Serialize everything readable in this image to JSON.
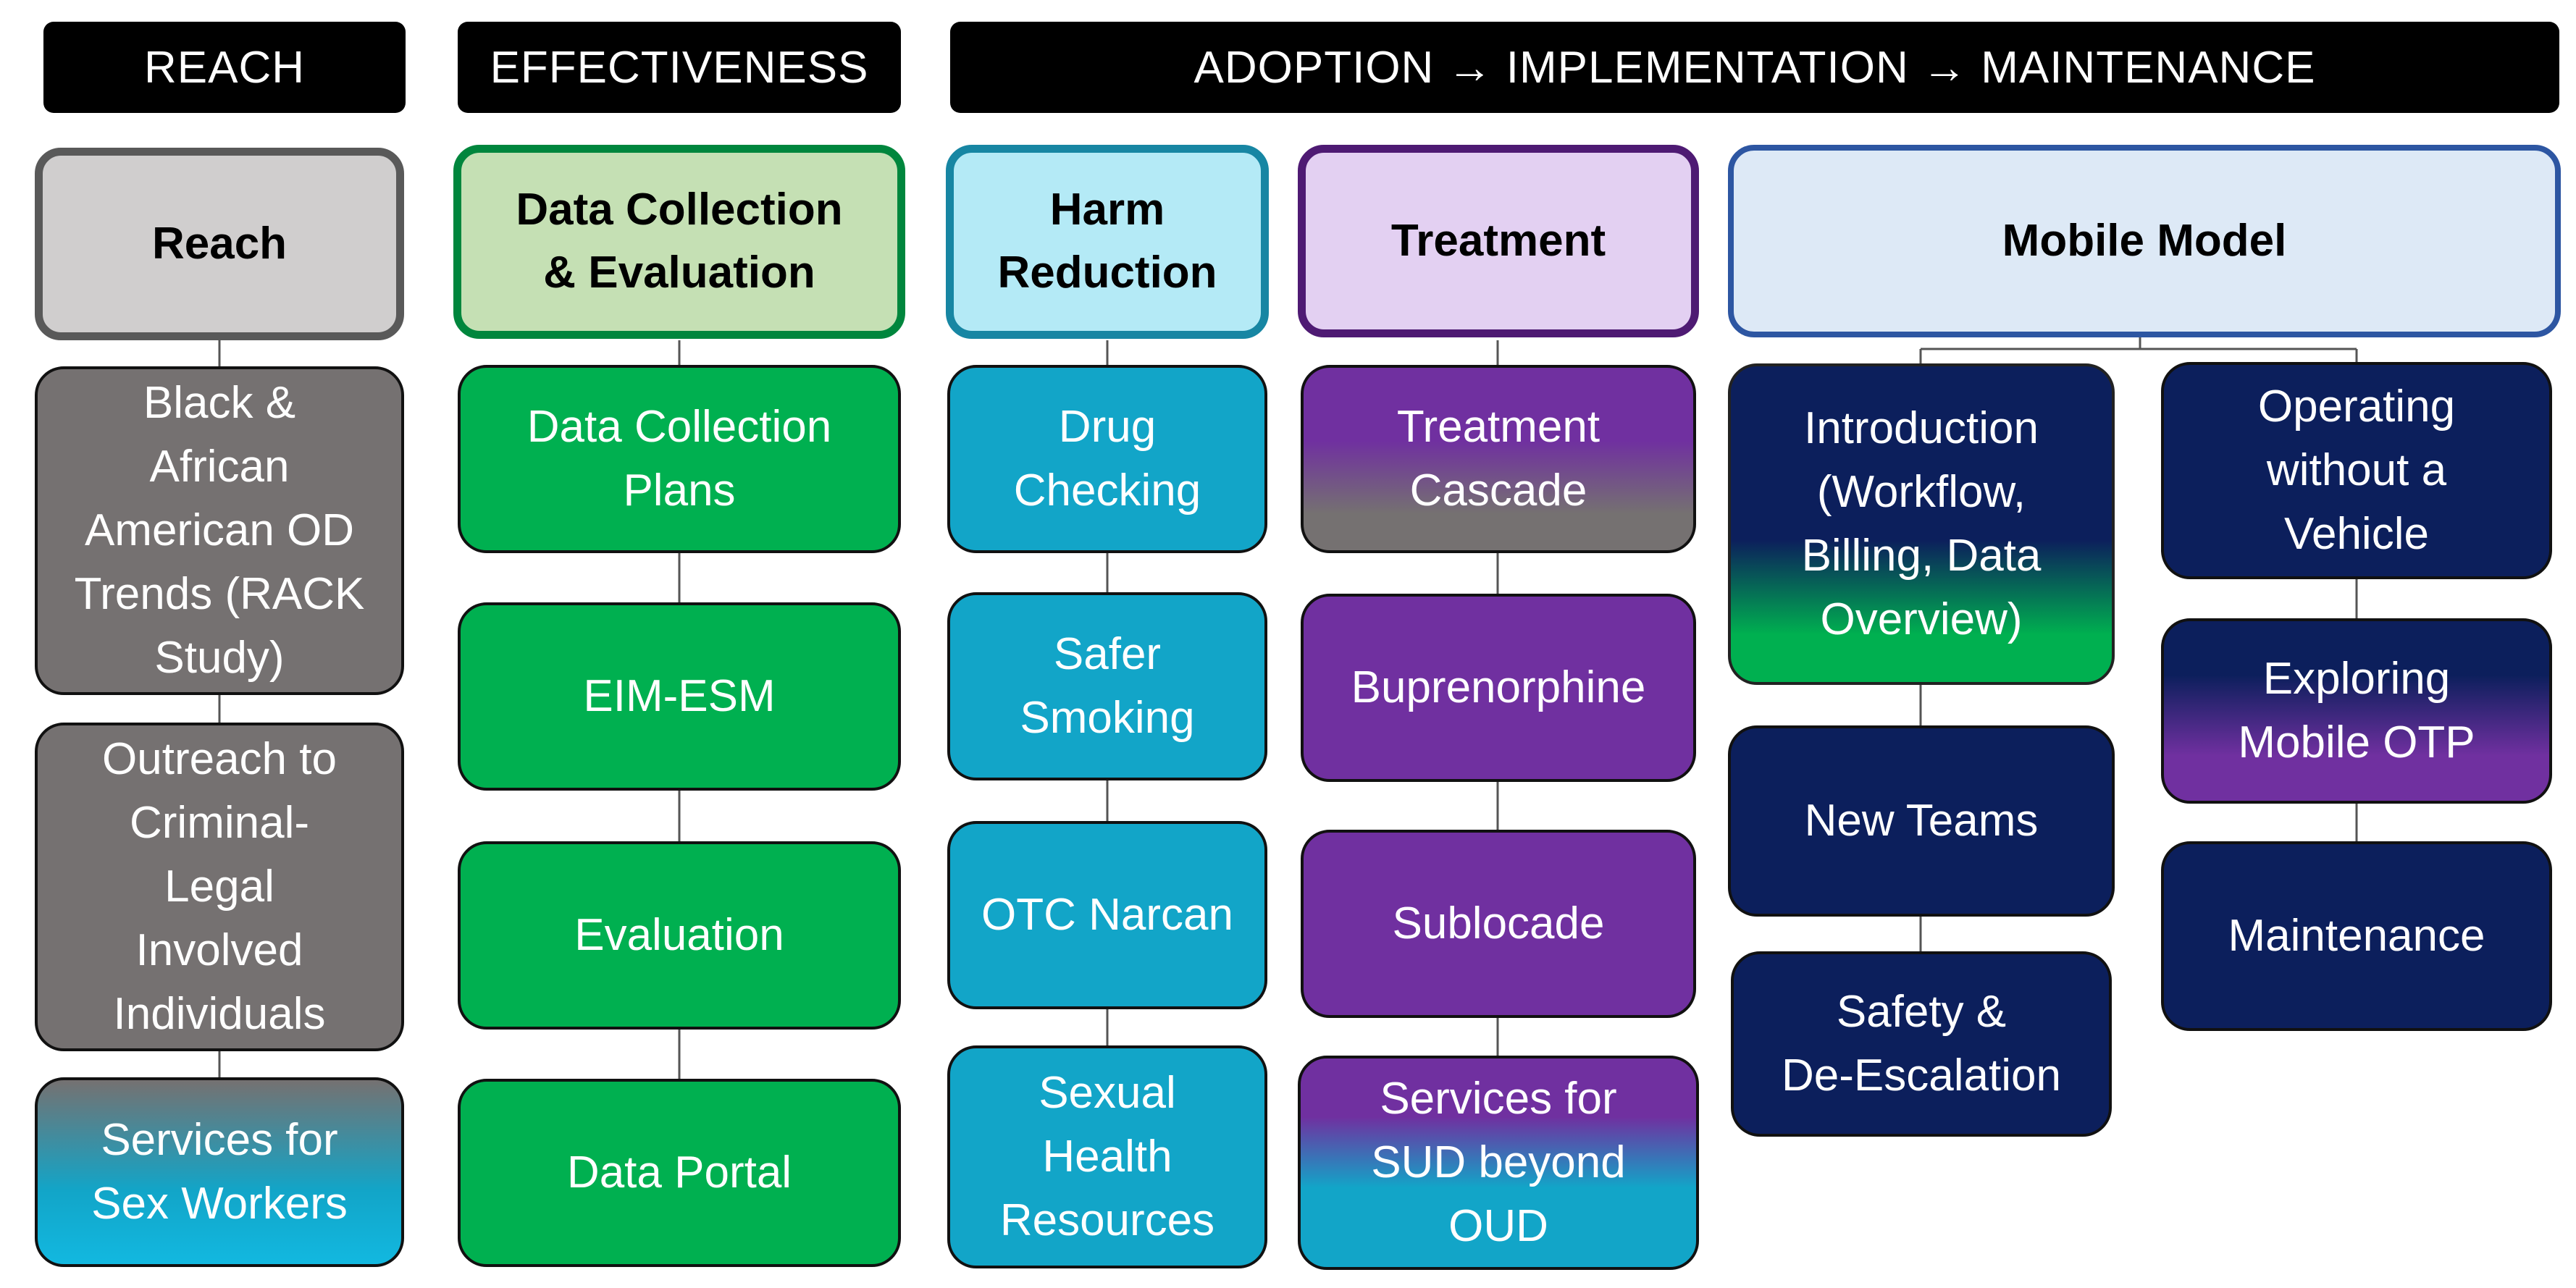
{
  "headers": {
    "reach": "REACH",
    "effectiveness": "EFFECTIVENESS",
    "aim": "ADOPTION → IMPLEMENTATION → MAINTENANCE"
  },
  "categories": {
    "reach": "Reach",
    "data": "Data Collection\n& Evaluation",
    "harm": "Harm\nReduction",
    "treatment": "Treatment",
    "mobile": "Mobile Model"
  },
  "reach_items": [
    "Black &\nAfrican\nAmerican OD\nTrends (RACK\nStudy)",
    "Outreach to\nCriminal-\nLegal\nInvolved\nIndividuals",
    "Services for\nSex Workers"
  ],
  "data_items": [
    "Data Collection\nPlans",
    "EIM-ESM",
    "Evaluation",
    "Data Portal"
  ],
  "harm_items": [
    "Drug\nChecking",
    "Safer\nSmoking",
    "OTC Narcan",
    "Sexual\nHealth\nResources"
  ],
  "treatment_items": [
    "Treatment\nCascade",
    "Buprenorphine",
    "Sublocade",
    "Services for\nSUD beyond\nOUD"
  ],
  "mobile_left": [
    "Introduction\n(Workflow,\nBilling, Data\nOverview)",
    "New Teams",
    "Safety &\nDe-Escalation"
  ],
  "mobile_right": [
    "Operating\nwithout a\nVehicle",
    "Exploring\nMobile OTP",
    "Maintenance"
  ],
  "colors": {
    "header_bg": "#000000",
    "reach": "#757171",
    "green": "#00b050",
    "teal": "#12a5c8",
    "purple": "#7030a0",
    "navy": "#0c1f5c"
  }
}
